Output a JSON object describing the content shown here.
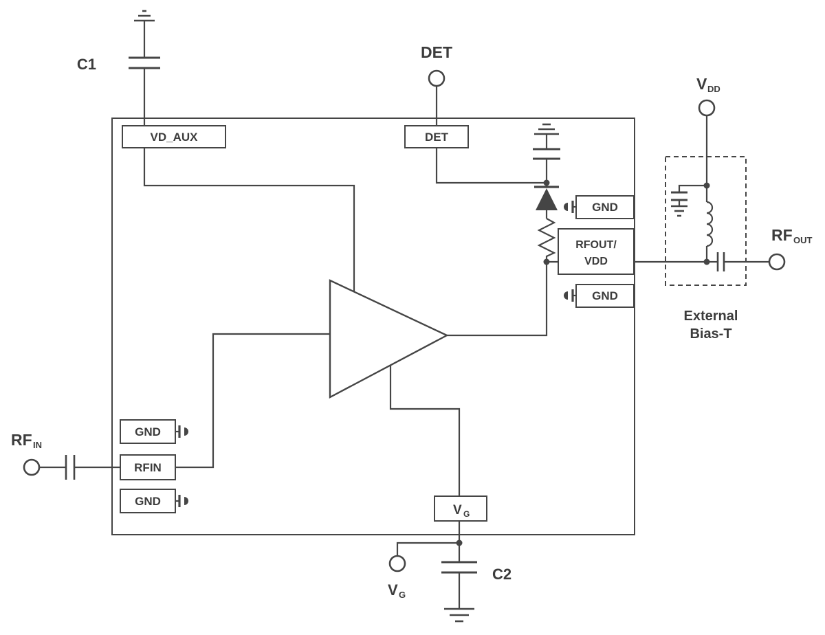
{
  "figure": {
    "type": "circuit-block-diagram",
    "colors": {
      "line": "#454545",
      "text": "#3c3c3c",
      "background": "#ffffff"
    },
    "ic_pins": {
      "vd_aux": "VD_AUX",
      "det": "DET",
      "gnd": "GND",
      "rfout_vdd_line1": "RFOUT/",
      "rfout_vdd_line2": "VDD",
      "rfin": "RFIN",
      "vg_main": "V",
      "vg_sub": "G"
    },
    "external": {
      "c1": "C1",
      "c2": "C2",
      "det": "DET",
      "vdd_main": "V",
      "vdd_sub": "DD",
      "vg_main": "V",
      "vg_sub": "G",
      "rf_in_main": "RF",
      "rf_in_sub": "IN",
      "rf_out_main": "RF",
      "rf_out_sub": "OUT",
      "bias_t_line1": "External",
      "bias_t_line2": "Bias-T"
    }
  }
}
